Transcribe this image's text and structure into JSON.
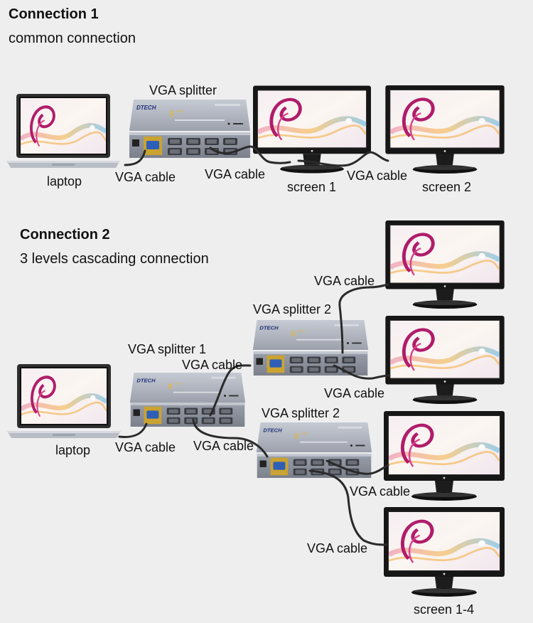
{
  "section1": {
    "title": "Connection 1",
    "subtitle": "common connection",
    "labels": {
      "splitter": "VGA splitter",
      "laptop": "laptop",
      "cable_a": "VGA cable",
      "cable_b": "VGA cable",
      "cable_c": "VGA cable",
      "screen1": "screen 1",
      "screen2": "screen 2"
    }
  },
  "section2": {
    "title": "Connection 2",
    "subtitle": "3 levels cascading connection",
    "labels": {
      "splitter1": "VGA splitter 1",
      "splitter2_top": "VGA splitter 2",
      "splitter2_bottom": "VGA splitter 2",
      "laptop": "laptop",
      "cable_laptop": "VGA cable",
      "cable_mid": "VGA cable",
      "cable_upper": "VGA cable",
      "cable_top": "VGA cable",
      "cable_screen2": "VGA cable",
      "cable_screen3": "VGA cable",
      "cable_screen4": "VGA cable",
      "screens": "screen 1-4"
    }
  },
  "device": {
    "brand": "DTECH",
    "port_label": "8 PORT"
  },
  "colors": {
    "background": "#eeeeef",
    "device_body": "#8e939e",
    "device_top": "#b4b8c2",
    "screen_frame": "#1a1a1a",
    "cable": "#2a2a2a",
    "vga_port_blue": "#2e5fb8",
    "accent_yellow": "#e8b820"
  }
}
